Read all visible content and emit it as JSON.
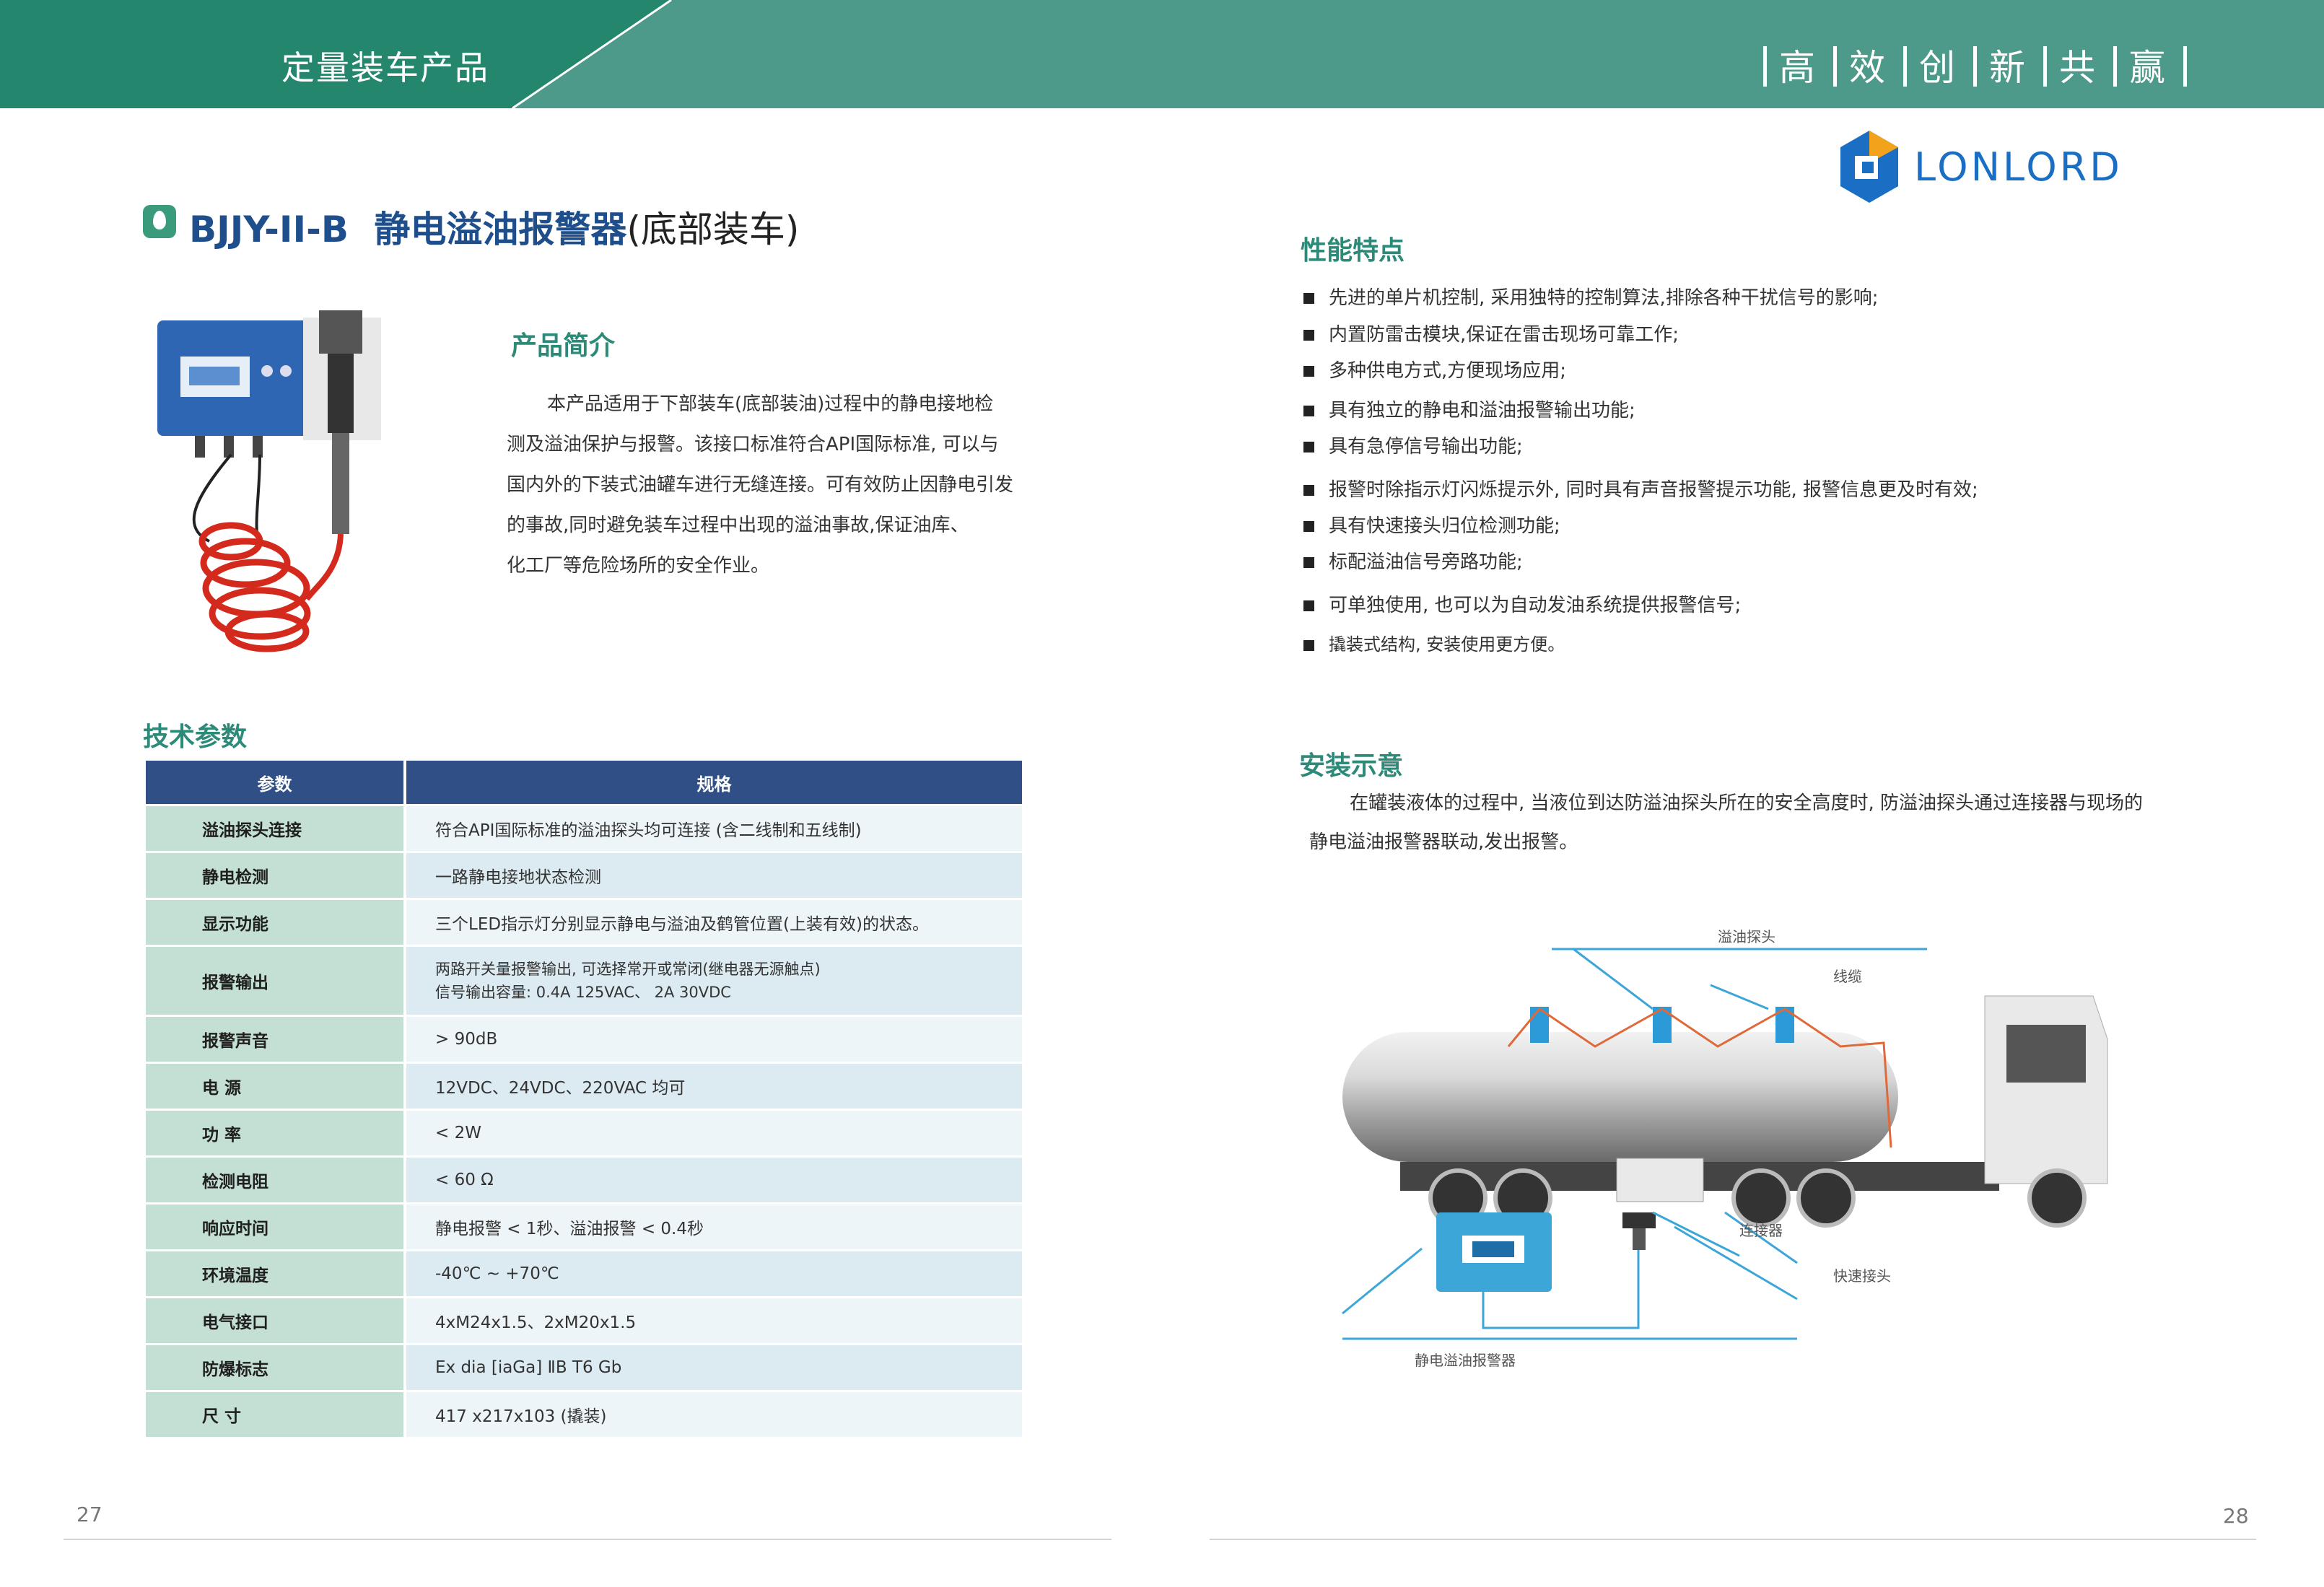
{
  "header": {
    "title": "定量装车产品",
    "slogan": [
      "高",
      "效",
      "创",
      "新",
      "共",
      "赢"
    ]
  },
  "logo": {
    "text": "LONLORD"
  },
  "product": {
    "code": "BJJY-II-B",
    "name": "静电溢油报警器",
    "paren": "(底部装车)"
  },
  "intro": {
    "title": "产品简介",
    "lines": [
      "本产品适用于下部装车(底部装油)过程中的静电接地检",
      "测及溢油保护与报警。该接口标准符合API国际标准,   可以与",
      "国内外的下装式油罐车进行无缝连接。可有效防止因静电引发",
      "的事故,同时避免装车过程中出现的溢油事故,保证油库、",
      "化工厂等危险场所的安全作业。"
    ]
  },
  "spec": {
    "title": "技术参数",
    "header_param": "参数",
    "header_spec": "规格",
    "rows": [
      {
        "param": "溢油探头连接",
        "value": "符合API国际标准的溢油探头均可连接  (含二线制和五线制)",
        "value2": ""
      },
      {
        "param": "静电检测",
        "value": "一路静电接地状态检测",
        "value2": ""
      },
      {
        "param": "显示功能",
        "value": "三个LED指示灯分别显示静电与溢油及鹤管位置(上装有效)的状态。",
        "value2": ""
      },
      {
        "param": "报警输出",
        "value": "两路开关量报警输出,   可选择常开或常闭(继电器无源触点)",
        "value2": "信号输出容量:  0.4A 125VAC、  2A 30VDC"
      },
      {
        "param": "报警声音",
        "value": "> 90dB",
        "value2": ""
      },
      {
        "param": "电    源",
        "value": "12VDC、24VDC、220VAC 均可",
        "value2": ""
      },
      {
        "param": "功    率",
        "value": "< 2W",
        "value2": ""
      },
      {
        "param": "检测电阻",
        "value": "< 60 Ω",
        "value2": ""
      },
      {
        "param": "响应时间",
        "value": "静电报警 < 1秒、溢油报警 < 0.4秒",
        "value2": ""
      },
      {
        "param": "环境温度",
        "value": "-40℃  ~ +70℃",
        "value2": ""
      },
      {
        "param": "电气接口",
        "value": "4xM24x1.5、2xM20x1.5",
        "value2": ""
      },
      {
        "param": "防爆标志",
        "value": "Ex dia [iaGa]  ⅡB T6 Gb",
        "value2": ""
      },
      {
        "param": "尺    寸",
        "value": "417 x217x103 (撬装)",
        "value2": ""
      }
    ]
  },
  "features": {
    "title": "性能特点",
    "items": [
      "先进的单片机控制,   采用独特的控制算法,排除各种干扰信号的影响;",
      "内置防雷击模块,保证在雷击现场可靠工作;",
      "多种供电方式,方便现场应用;",
      "具有独立的静电和溢油报警输出功能;",
      "具有急停信号输出功能;",
      "报警时除指示灯闪烁提示外,   同时具有声音报警提示功能,   报警信息更及时有效;",
      "具有快速接头归位检测功能;",
      "标配溢油信号旁路功能;",
      "可单独使用,   也可以为自动发油系统提供报警信号;",
      "撬装式结构,   安装使用更方便。"
    ]
  },
  "install": {
    "title": "安装示意",
    "lines": [
      "在罐装液体的过程中,   当液位到达防溢油探头所在的安全高度时,   防溢油探头通过连接器与现场的",
      "静电溢油报警器联动,发出报警。"
    ],
    "labels": {
      "probe": "溢油探头",
      "cable": "线缆",
      "connector": "连接器",
      "quick": "快速接头",
      "alarm": "静电溢油报警器"
    }
  },
  "pages": {
    "left": "27",
    "right": "28"
  },
  "colors": {
    "header": "#4d9a8a",
    "accent": "#2d8a78",
    "navy": "#2f4f86"
  }
}
